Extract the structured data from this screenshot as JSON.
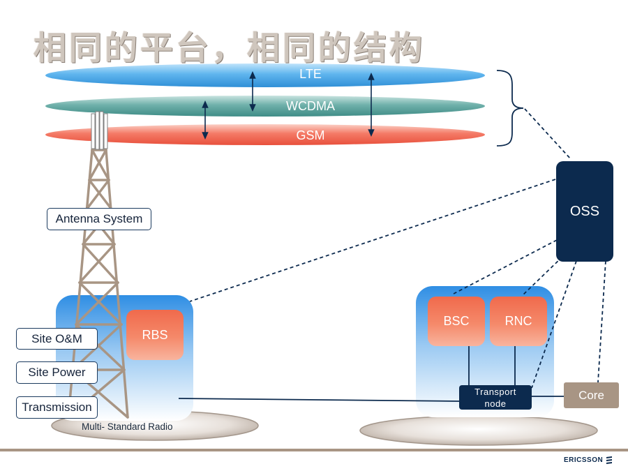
{
  "title": "相同的平台，相同的结构",
  "bands": {
    "lte": "LTE",
    "wcdma": "WCDMA",
    "gsm": "GSM"
  },
  "labels": {
    "antenna_system": "Antenna System",
    "site_om": "Site O&M",
    "site_power": "Site Power",
    "transmission": "Transmission",
    "multi_standard_radio": "Multi- Standard Radio"
  },
  "nodes": {
    "rbs": "RBS",
    "oss": "OSS",
    "bsc": "BSC",
    "rnc": "RNC",
    "transport_line1": "Transport",
    "transport_line2": "node",
    "core": "Core"
  },
  "footer": {
    "logo": "ERICSSON"
  },
  "colors": {
    "lte": "#4aa8e8",
    "wcdma": "#4c9a94",
    "gsm": "#f06050",
    "navy": "#0c2a4e",
    "core": "#a89584",
    "node_red": "#f26a4b"
  }
}
